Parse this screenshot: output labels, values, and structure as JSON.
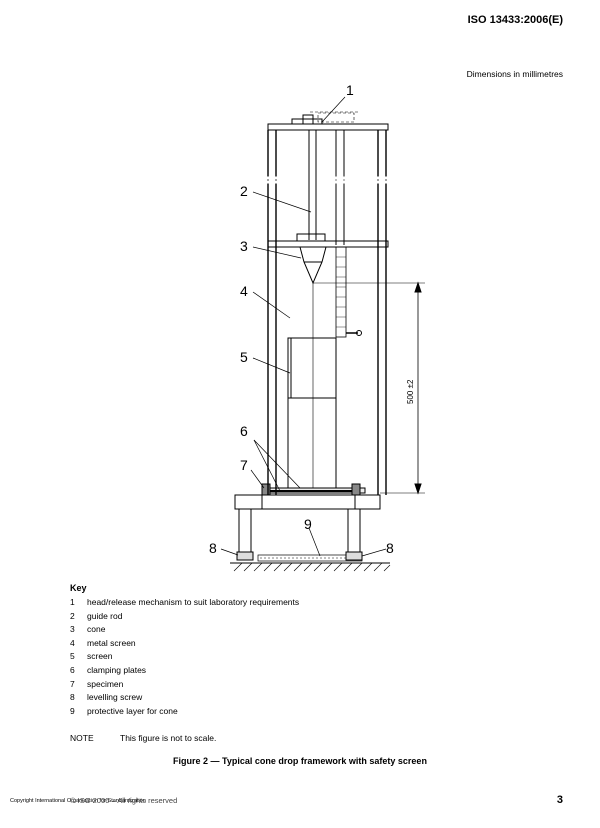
{
  "header": {
    "standard_ref": "ISO 13433:2006(E)"
  },
  "dimensions_note": "Dimensions in millimetres",
  "figure": {
    "callouts": [
      "1",
      "2",
      "3",
      "4",
      "5",
      "6",
      "7",
      "8",
      "9"
    ],
    "dimension_label": "500 ±2"
  },
  "key": {
    "title": "Key",
    "items": [
      {
        "num": "1",
        "text": "head/release mechanism to suit laboratory requirements"
      },
      {
        "num": "2",
        "text": "guide rod"
      },
      {
        "num": "3",
        "text": "cone"
      },
      {
        "num": "4",
        "text": "metal screen"
      },
      {
        "num": "5",
        "text": "screen"
      },
      {
        "num": "6",
        "text": "clamping plates"
      },
      {
        "num": "7",
        "text": "specimen"
      },
      {
        "num": "8",
        "text": "levelling screw"
      },
      {
        "num": "9",
        "text": "protective layer for cone"
      }
    ]
  },
  "note": {
    "label": "NOTE",
    "text": "This figure is not to scale."
  },
  "caption": "Figure 2 — Typical cone drop framework with safety screen",
  "footer": {
    "copyright_small": "Copyright International Organization for Standardization",
    "copyright_main": "© ISO 2006 – All rights reserved",
    "page_number": "3"
  }
}
